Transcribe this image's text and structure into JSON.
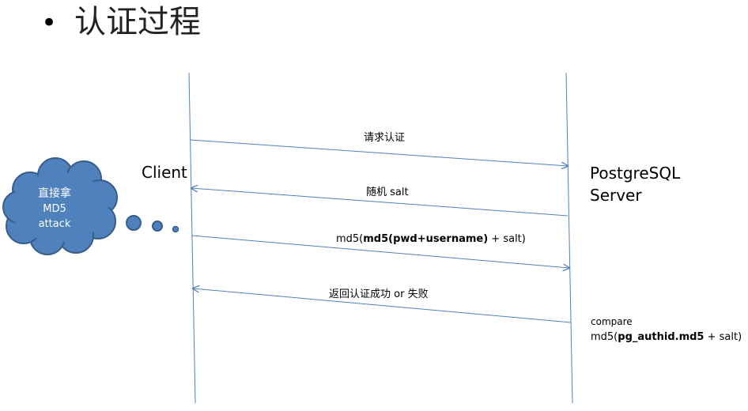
{
  "title": {
    "bullet": "•",
    "text": "认证过程"
  },
  "participants": {
    "client": "Client",
    "server_line1": "PostgreSQL",
    "server_line2": "Server"
  },
  "messages": {
    "m1": "请求认证",
    "m2": "随机 salt",
    "m3": {
      "prefix": "md5(",
      "bold": "md5(pwd+username)",
      "suffix": " + salt)"
    },
    "m4": "返回认证成功 or 失败"
  },
  "server_note": {
    "line1": "compare",
    "line2_prefix": "md5(",
    "line2_bold": "pg_authid.md5",
    "line2_suffix": " + salt)"
  },
  "cloud": {
    "line1": "直接拿",
    "line2": "MD5",
    "line3": "attack"
  },
  "colors": {
    "line": "#4f81bd",
    "cloud_fill": "#4f81bd",
    "cloud_stroke": "#385d8a"
  }
}
